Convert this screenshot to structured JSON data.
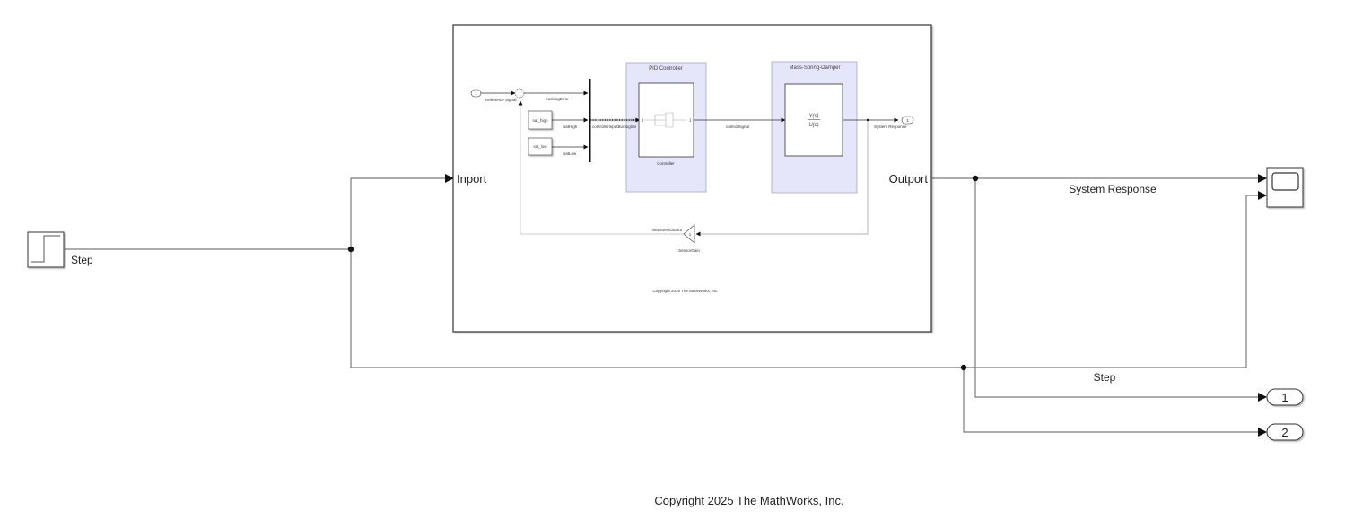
{
  "diagram": {
    "type": "simulink-model",
    "footer_copyright": "Copyright 2025 The MathWorks, Inc.",
    "colors": {
      "line": "#7a7a7a",
      "block_border": "#333333",
      "subsystem_area_fill": "#e6e6fa",
      "subsystem_area_border": "#a7a7c7",
      "text": "#222222"
    }
  },
  "top_level": {
    "step_block": {
      "name": "Step",
      "icon": "step-icon"
    },
    "step_signal_label": "Step",
    "system_response_label": "System Response",
    "subsystem": {
      "inport_label": "Inport",
      "outport_label": "Outport"
    },
    "scope_block": {
      "icon": "scope-icon",
      "inputs": 2
    },
    "outports": [
      {
        "number": "1"
      },
      {
        "number": "2"
      }
    ]
  },
  "subsystem_contents": {
    "inport": {
      "number": "1",
      "name": "Reference Signal"
    },
    "sum_block": {
      "signs": "+-"
    },
    "signals": {
      "tracking_error": "trackingError",
      "sat_high": "satHigh",
      "sat_low": "satLow",
      "controller_input": "controllerInputBusSignal",
      "control_signal": "controlSignal",
      "measured_output": "measuredOutput",
      "system_response": "System Response"
    },
    "constants": [
      {
        "name": "sat_high"
      },
      {
        "name": "sat_low"
      }
    ],
    "pid_area": {
      "title": "PID Controller",
      "block_name": "Controller",
      "in_port": "1",
      "out_port": "1"
    },
    "plant_area": {
      "title": "Mass-Spring-Damper",
      "numerator": "Y(s)",
      "denominator": "U(s)"
    },
    "gain_block": {
      "name": "SensorGain",
      "value": "1"
    },
    "outport": {
      "number": "1"
    },
    "copyright": "Copyright 2025 The MathWorks, Inc."
  }
}
